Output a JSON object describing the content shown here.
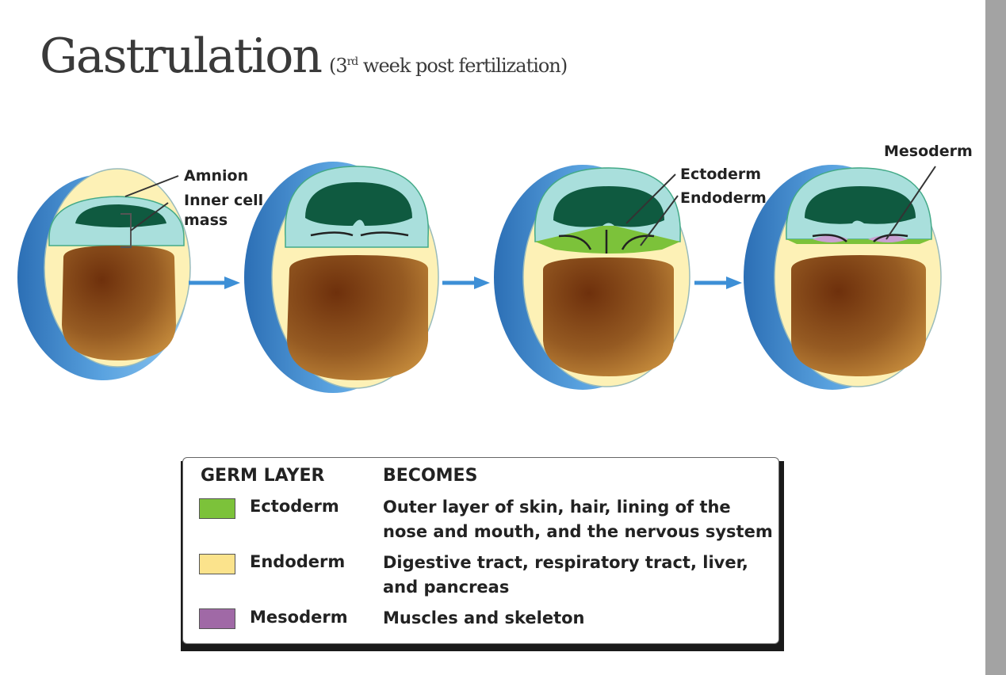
{
  "title": {
    "main": "Gastrulation",
    "sub_prefix": "(3",
    "sub_sup": "rd",
    "sub_suffix": " week post fertilization)"
  },
  "diagram_labels": {
    "amnion": "Amnion",
    "inner_cell_line1": "Inner cell",
    "inner_cell_line2": "mass",
    "ectoderm": "Ectoderm",
    "endoderm": "Endoderm",
    "mesoderm": "Mesoderm"
  },
  "legend": {
    "header_layer": "GERM LAYER",
    "header_becomes": "BECOMES",
    "rows": [
      {
        "name": "Ectoderm",
        "line1": "Outer layer of skin, hair, lining of the",
        "line2": "nose and mouth, and the nervous system",
        "color": "#7cc23a"
      },
      {
        "name": "Endoderm",
        "line1": "Digestive tract, respiratory tract, liver,",
        "line2": "and pancreas",
        "color": "#fbe38c"
      },
      {
        "name": "Mesoderm",
        "line1": "Muscles and skeleton",
        "line2": "",
        "color": "#a069a6"
      }
    ]
  },
  "colors": {
    "outer_shell": "#4b93d6",
    "amnion_fill": "#a9dfdc",
    "amniotic_cavity": "#0f5a40",
    "yolk_rim": "#fdf1b6",
    "yolk_sac": "#8a4f1c",
    "arrow": "#3d8fd6"
  }
}
